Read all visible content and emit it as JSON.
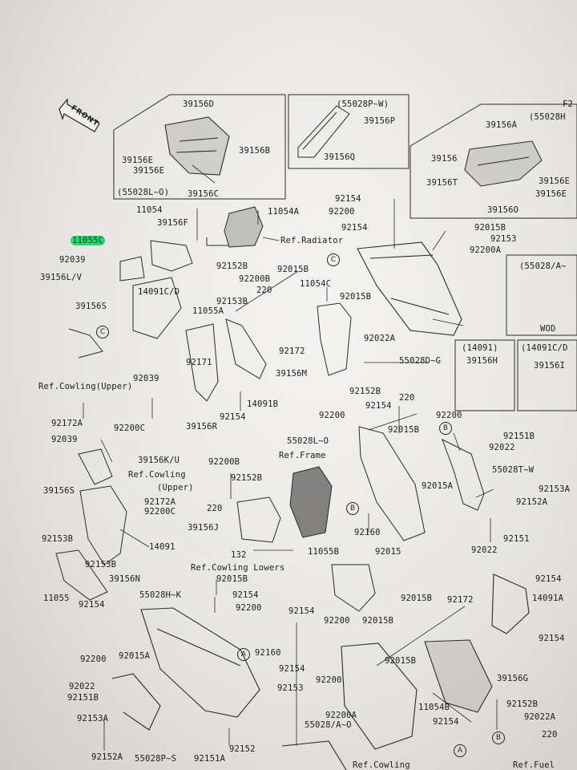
{
  "front_label": "FRONT",
  "callout_top_right": "F2",
  "boxes": {
    "top_left": {
      "part": "39156D",
      "parts": [
        "39156B",
        "39156E",
        "39156E"
      ],
      "note": "(55028L~O)",
      "bottom": "39156C"
    },
    "top_middle": {
      "note": "(55028P~W)",
      "parts": [
        "39156P",
        "39156Q"
      ]
    },
    "top_right": {
      "note": "(55028H",
      "parts": [
        "39156A",
        "39156",
        "39156T",
        "39156E",
        "39156E",
        "39156O"
      ]
    },
    "right_mid": {
      "note": "(55028/A~",
      "sub": "WOD"
    },
    "right_small_1": {
      "note": "(14091)",
      "part": "39156H"
    },
    "right_small_2": {
      "note": "(14091C/D",
      "part": "39156I"
    }
  },
  "highlight_label": "11055C",
  "circles": [
    "C",
    "C",
    "B",
    "B",
    "A",
    "A",
    "B"
  ],
  "refs": {
    "radiator": "Ref.Radiator",
    "cowling_upper_1": "Ref.Cowling(Upper)",
    "frame": "Ref.Frame",
    "cowling_upper_2a": "Ref.Cowling",
    "cowling_upper_2b": "(Upper)",
    "cowling_lowers": "Ref.Cowling Lowers",
    "cowling_bottom": "Ref.Cowling",
    "fuel": "Ref.Fuel"
  },
  "labels": {
    "l01": "11054",
    "l02": "11054A",
    "l03": "39156F",
    "l04": "92039",
    "l05": "39156L/V",
    "l06": "92152B",
    "l07": "92200B",
    "l08": "220",
    "l09": "92015B",
    "l10": "14091C/D",
    "l11": "92153B",
    "l12": "11054C",
    "l13": "11055A",
    "l14": "39156S",
    "l15": "92154",
    "l16": "92200",
    "l17": "92154",
    "l18": "92015B",
    "l19": "92153",
    "l20": "92200A",
    "l21": "92015B",
    "l22": "92022A",
    "l23": "92172",
    "l24": "92171",
    "l25": "92039",
    "l26": "55028D~G",
    "l27": "39156M",
    "l28": "92152B",
    "l29": "220",
    "l30": "14091B",
    "l31": "92154",
    "l32": "39156R",
    "l33": "92172A",
    "l34": "92200C",
    "l35": "92154",
    "l36": "92200",
    "l37": "92200",
    "l38": "92015B",
    "l39": "92039",
    "l40": "39156K/U",
    "l41": "92200B",
    "l42": "55028L~O",
    "l43": "92151B",
    "l44": "92022",
    "l45": "55028T~W",
    "l46": "92152B",
    "l47": "39156S",
    "l48": "92172A",
    "l49": "92200C",
    "l50": "220",
    "l51": "92015A",
    "l52": "92153A",
    "l53": "92152A",
    "l54": "39156J",
    "l55": "92160",
    "l56": "92151",
    "l57": "92153B",
    "l58": "14091",
    "l59": "132",
    "l60": "11055B",
    "l61": "92015",
    "l62": "92022",
    "l63": "92153B",
    "l64": "39156N",
    "l65": "92015B",
    "l66": "11055",
    "l67": "92154",
    "l68": "55028H~K",
    "l69": "92154",
    "l70": "92200",
    "l71": "92154",
    "l72": "14091A",
    "l73": "92015B",
    "l74": "92172",
    "l75": "92154",
    "l76": "92200",
    "l77": "92015B",
    "l78": "92200",
    "l79": "92015A",
    "l80": "92160",
    "l81": "92154",
    "l82": "92015B",
    "l83": "92022",
    "l84": "92200",
    "l85": "39156G",
    "l86": "92151B",
    "l87": "92153",
    "l88": "92152B",
    "l89": "92200A",
    "l90": "11054B",
    "l91": "92022A",
    "l92": "92153A",
    "l93": "55028/A~O",
    "l94": "92154",
    "l95": "220",
    "l96": "92152A",
    "l97": "55028P~S",
    "l98": "92151A",
    "l99": "92152",
    "l100": "92154"
  }
}
